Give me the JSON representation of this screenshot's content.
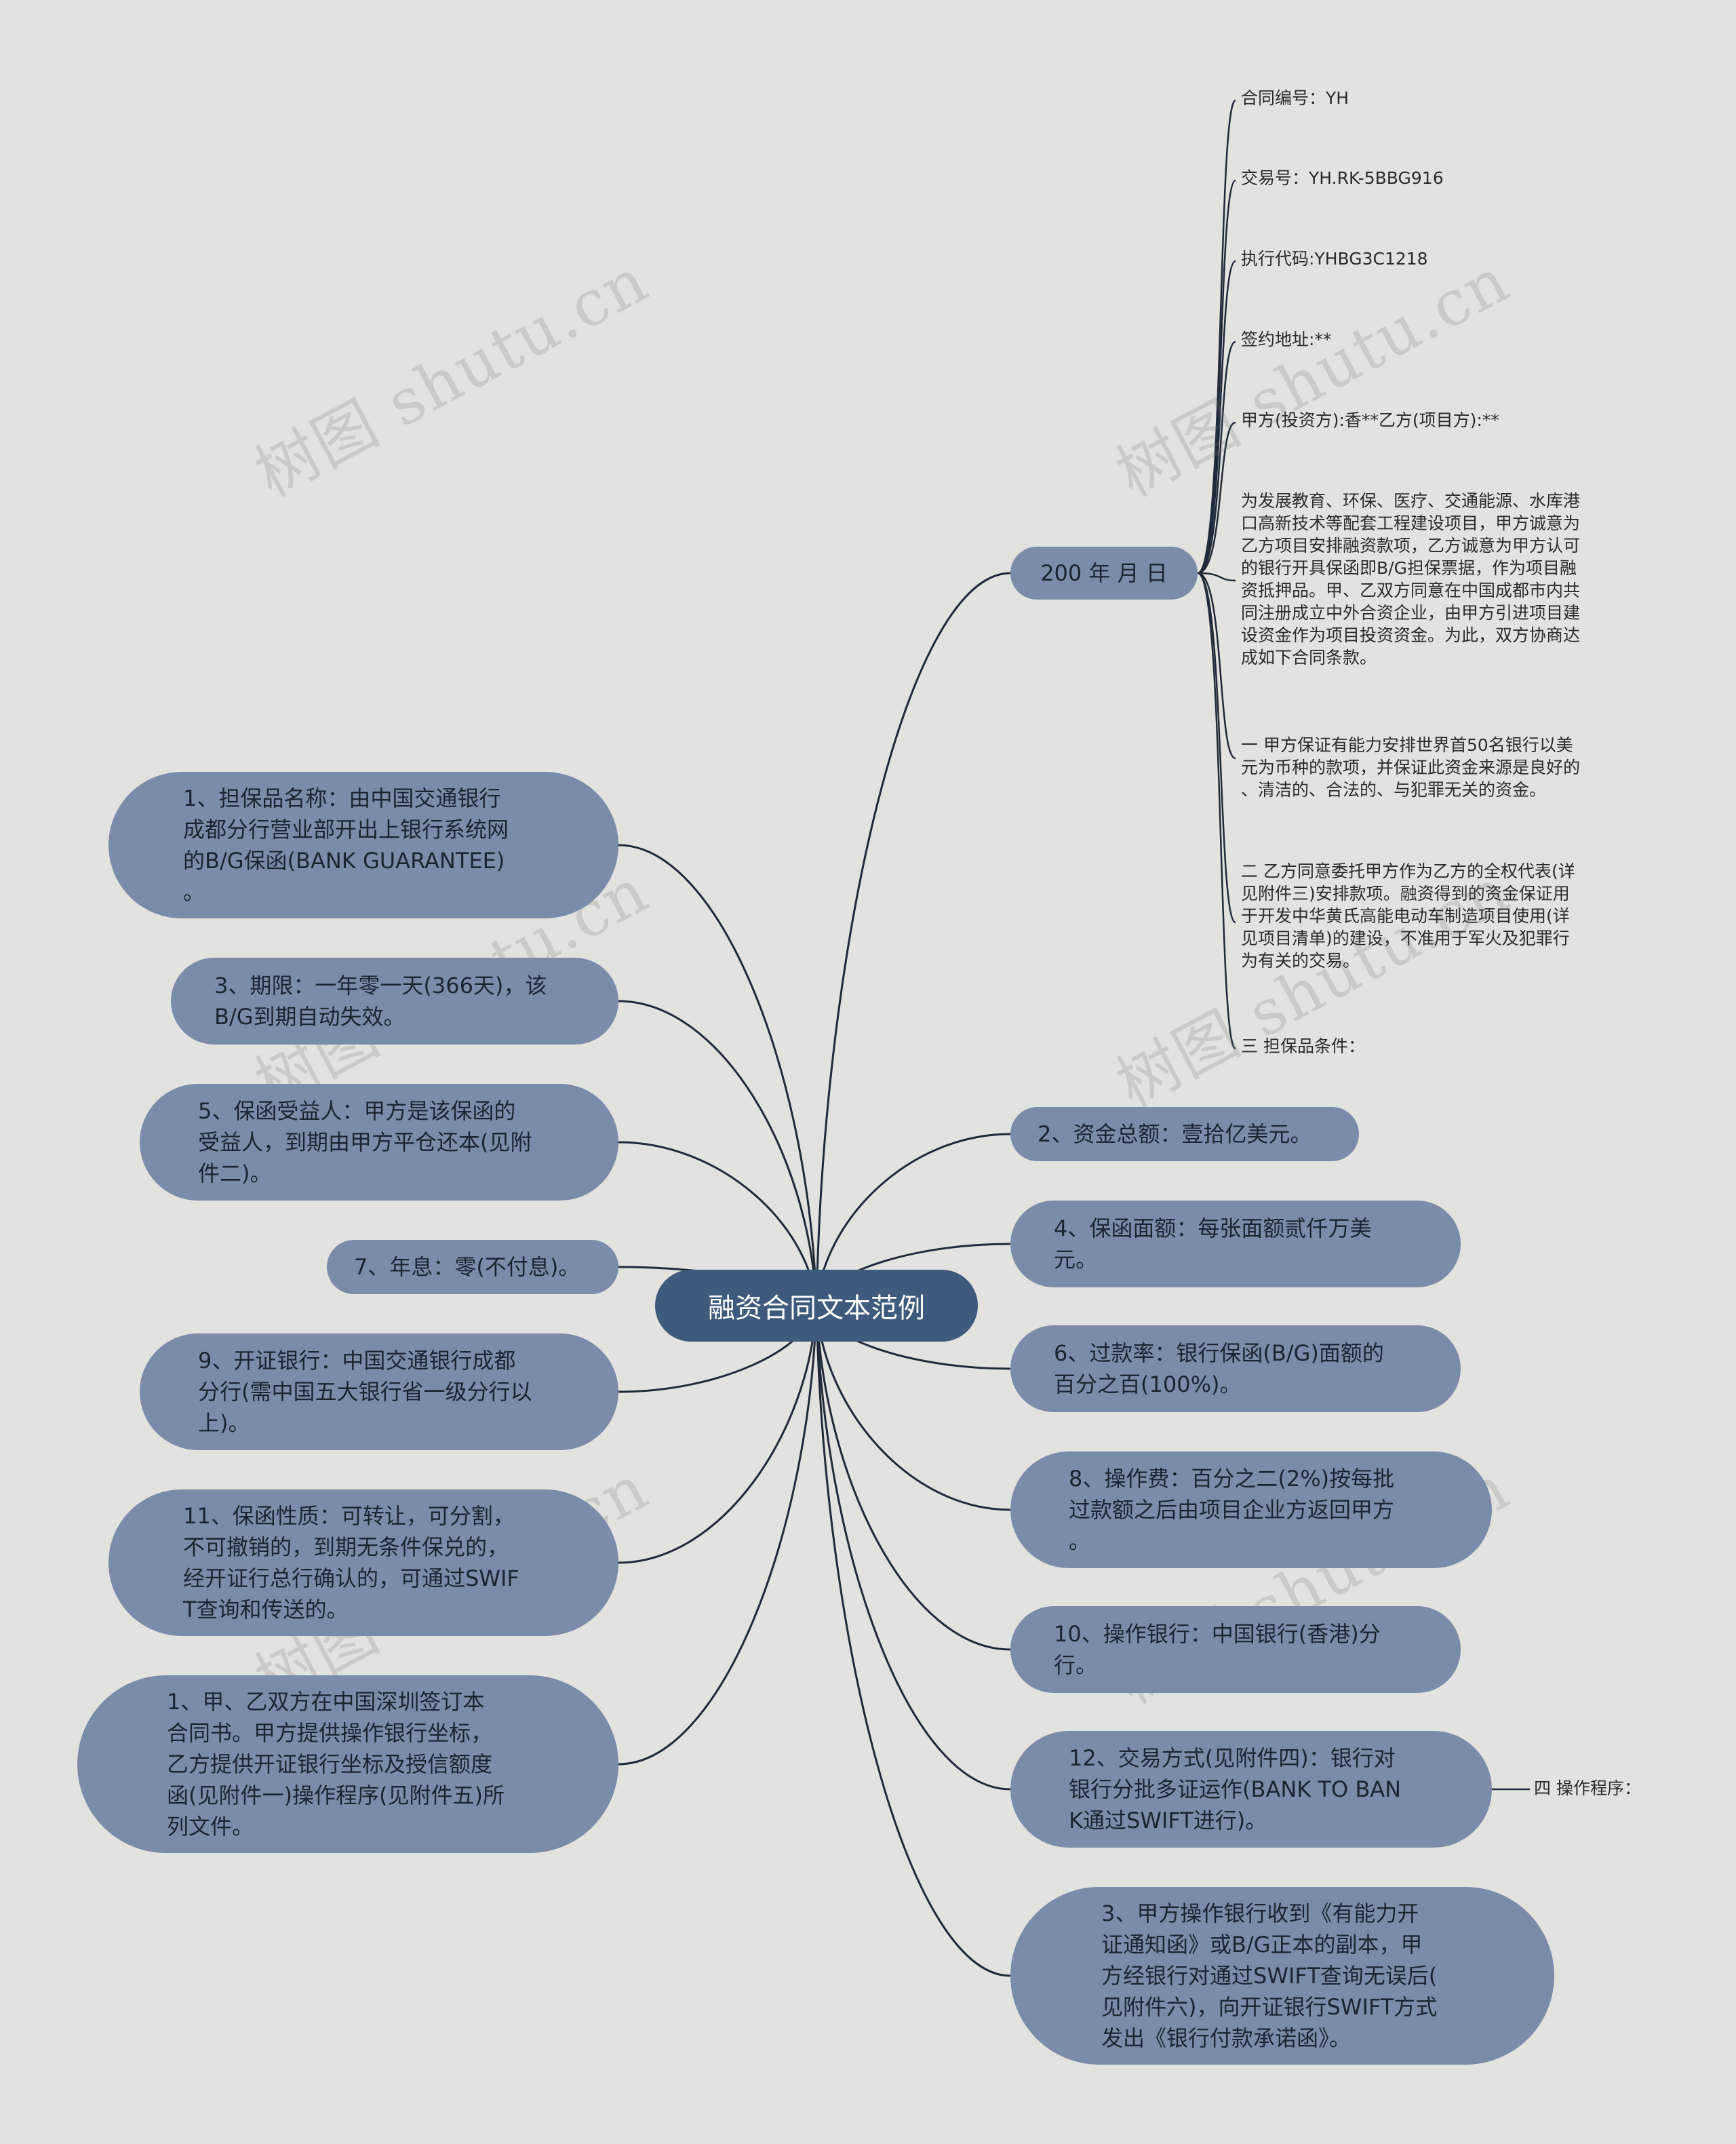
{
  "title": "融资合同文本范例",
  "watermark": "树图 shutu.cn",
  "colors": {
    "background": "#e2e2de",
    "center": "#3e5a7c",
    "node": "#7a8ca9",
    "line": "#1f2a3a"
  },
  "date_node": "200 年 月 日",
  "date_children": [
    "合同编号：YH",
    "交易号：YH.RK-5BBG916",
    "执行代码:YHBG3C1218",
    "签约地址:**",
    "甲方(投资方):香**乙方(项目方):**",
    "为发展教育、环保、医疗、交通能源、水库港\n口高新技术等配套工程建设项目，甲方诚意为\n乙方项目安排融资款项，乙方诚意为甲方认可\n的银行开具保函即B/G担保票据，作为项目融\n资抵押品。甲、乙双方同意在中国成都市内共\n同注册成立中外合资企业，由甲方引进项目建\n设资金作为项目投资资金。为此，双方协商达\n成如下合同条款。",
    "一 甲方保证有能力安排世界首50名银行以美\n元为币种的款项，并保证此资金来源是良好的\n、清洁的、合法的、与犯罪无关的资金。",
    "二 乙方同意委托甲方作为乙方的全权代表(详\n见附件三)安排款项。融资得到的资金保证用\n于开发中华黄氏高能电动车制造项目使用(详\n见项目清单)的建设，不准用于军火及犯罪行\n为有关的交易。",
    "三 担保品条件："
  ],
  "left_nodes": [
    "1、担保品名称：由中国交通银行\n成都分行营业部开出上银行系统网\n的B/G保函(BANK GUARANTEE)\n。",
    "3、期限：一年零一天(366天)，该\nB/G到期自动失效。",
    "5、保函受益人：甲方是该保函的\n受益人，到期由甲方平仓还本(见附\n件二)。",
    "7、年息：零(不付息)。",
    "9、开证银行：中国交通银行成都\n分行(需中国五大银行省一级分行以\n上)。",
    "11、保函性质：可转让，可分割，\n不可撤销的，到期无条件保兑的，\n经开证行总行确认的，可通过SWIF\nT查询和传送的。",
    "1、甲、乙双方在中国深圳签订本\n合同书。甲方提供操作银行坐标，\n乙方提供开证银行坐标及授信额度\n函(见附件一)操作程序(见附件五)所\n列文件。"
  ],
  "right_nodes": [
    "2、资金总额：壹拾亿美元。",
    "4、保函面额：每张面额贰仟万美\n元。",
    "6、过款率：银行保函(B/G)面额的\n百分之百(100%)。",
    "8、操作费：百分之二(2%)按每批\n过款额之后由项目企业方返回甲方\n。",
    "10、操作银行：中国银行(香港)分\n行。",
    "12、交易方式(见附件四)：银行对\n银行分批多证运作(BANK TO BAN\nK通过SWIFT进行)。",
    "3、甲方操作银行收到《有能力开\n证通知函》或B/G正本的副本，甲\n方经银行对通过SWIFT查询无误后(\n见附件六)，向开证银行SWIFT方式\n发出《银行付款承诺函》。"
  ],
  "side_leaf": "四 操作程序："
}
